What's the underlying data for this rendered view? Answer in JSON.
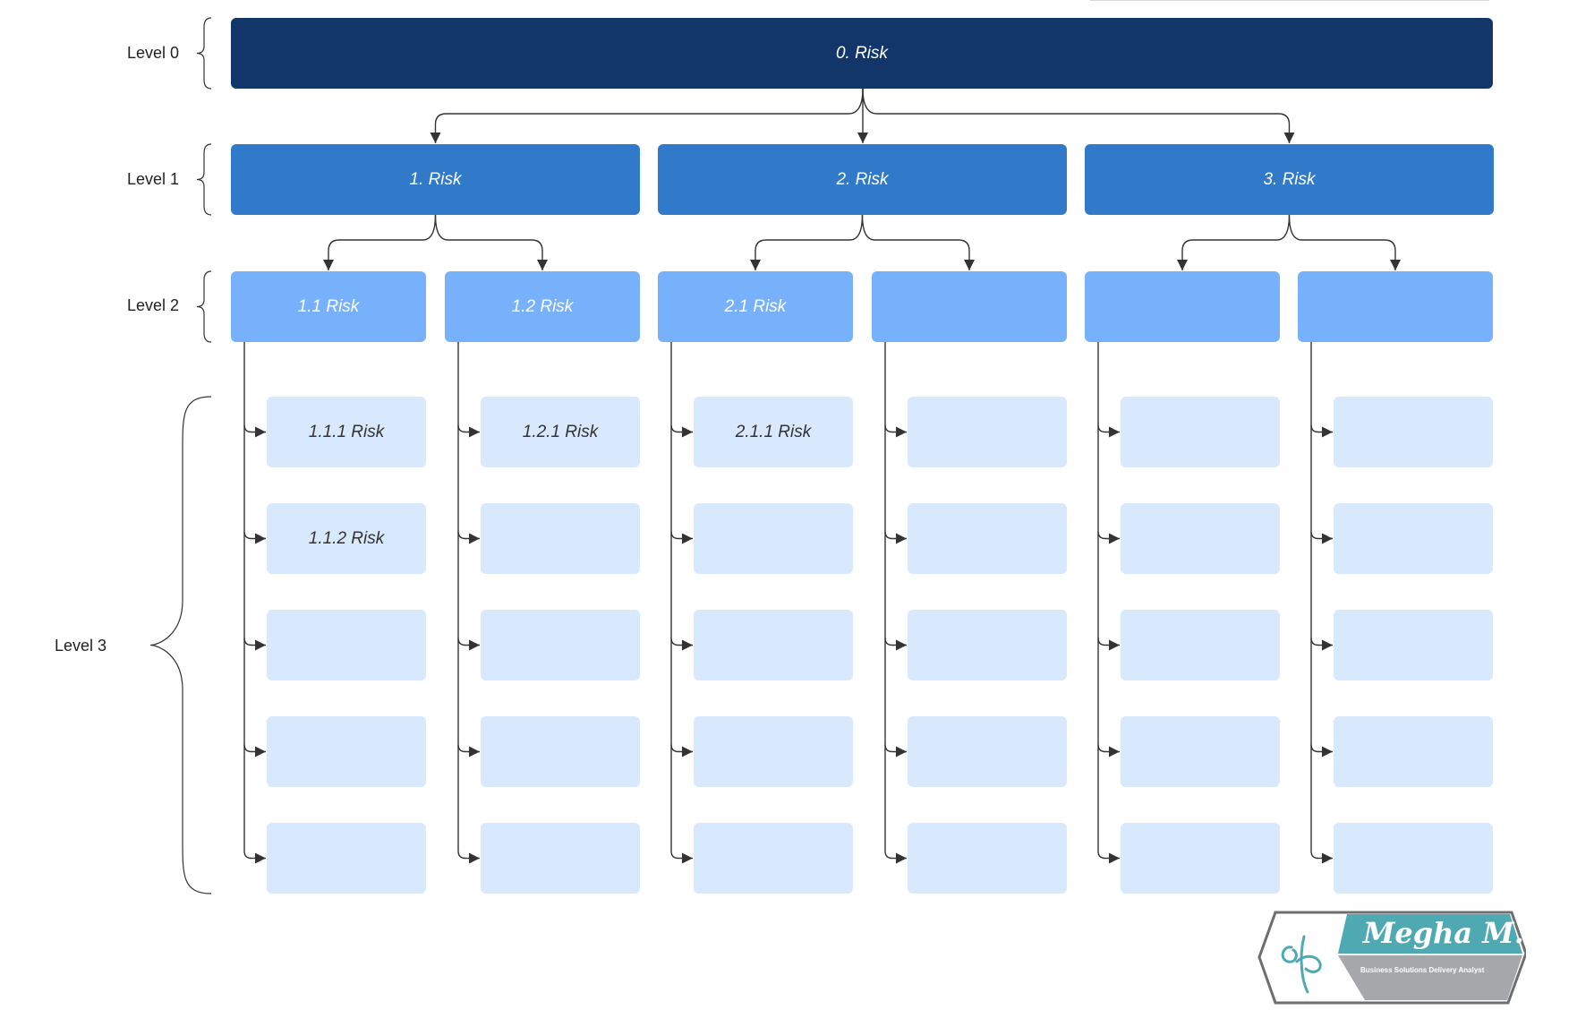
{
  "levels": {
    "level0": "Level 0",
    "level1": "Level 1",
    "level2": "Level 2",
    "level3": "Level 3"
  },
  "root": {
    "label": "0. Risk"
  },
  "level1_nodes": [
    {
      "label": "1. Risk"
    },
    {
      "label": "2. Risk"
    },
    {
      "label": "3. Risk"
    }
  ],
  "level2_nodes": [
    {
      "label": "1.1 Risk"
    },
    {
      "label": "1.2 Risk"
    },
    {
      "label": "2.1 Risk"
    },
    {
      "label": ""
    },
    {
      "label": ""
    },
    {
      "label": ""
    }
  ],
  "level3_columns": [
    [
      "1.1.1 Risk",
      "1.1.2 Risk",
      "",
      "",
      ""
    ],
    [
      "1.2.1 Risk",
      "",
      "",
      "",
      ""
    ],
    [
      "2.1.1 Risk",
      "",
      "",
      "",
      ""
    ],
    [
      "",
      "",
      "",
      "",
      ""
    ],
    [
      "",
      "",
      "",
      "",
      ""
    ],
    [
      "",
      "",
      "",
      "",
      ""
    ]
  ],
  "logo": {
    "name": "Megha M.",
    "tagline": "Business Solutions Delivery Analyst",
    "colors": {
      "teal": "#4fa9b3",
      "gray": "#a5a7aa",
      "outline": "#6d6e70"
    }
  },
  "colors": {
    "level0": "#12366a",
    "level1": "#3179c9",
    "level2": "#77b1fc",
    "level3": "#d8e8fd",
    "connector": "#333333"
  }
}
